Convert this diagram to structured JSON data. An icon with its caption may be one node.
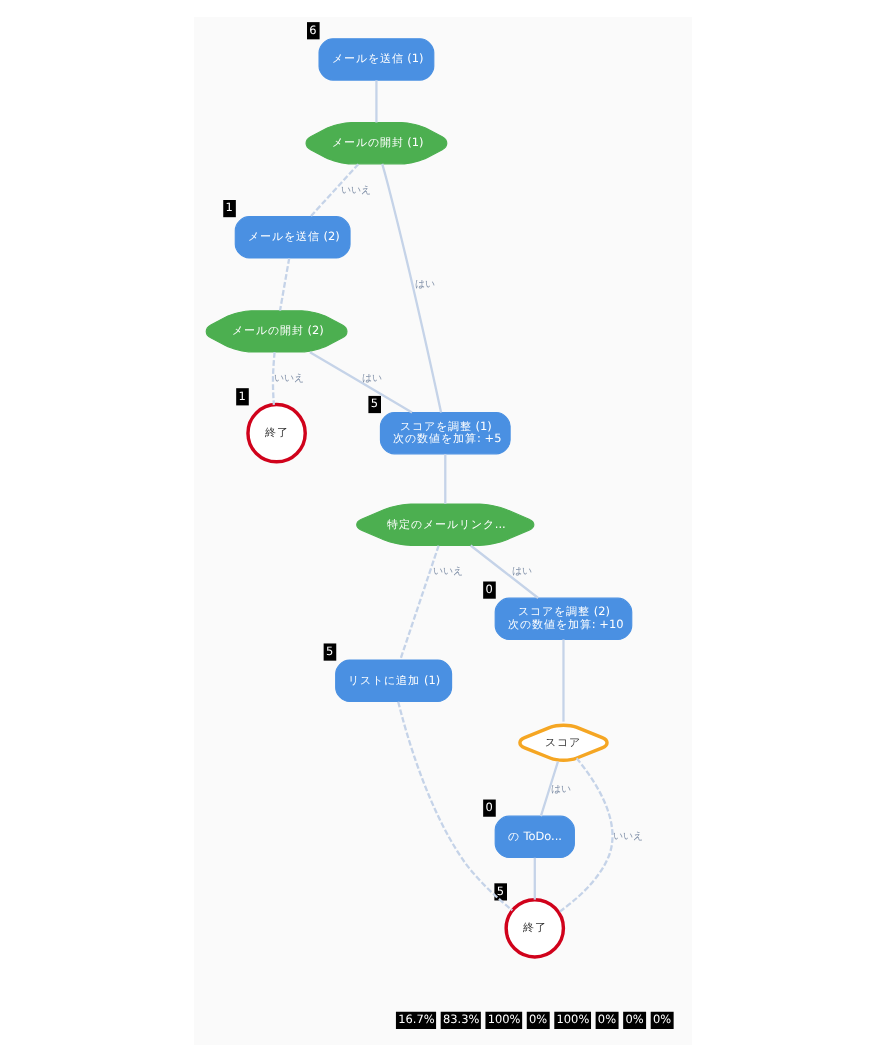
{
  "diagram": {
    "nodes": [
      {
        "text": [
          "メールを送信 (1)"
        ],
        "beside": [
          "6"
        ]
      },
      {
        "text": [
          "メールの開封 (1)"
        ]
      },
      {
        "text": [
          "メールを送信 (2)"
        ],
        "beside": [
          "1"
        ]
      },
      {
        "text": [
          "メールの開封 (2)"
        ]
      },
      {
        "text": [
          "終了"
        ],
        "beside": [
          "1"
        ]
      },
      {
        "text": [
          "スコアを調整 (1)",
          "次の数値を加算: +5"
        ],
        "beside": [
          "5"
        ]
      },
      {
        "text": [
          "特定のメールリンク..."
        ]
      },
      {
        "text": [
          "リストに追加 (1)"
        ],
        "beside": [
          "5"
        ]
      },
      {
        "text": [
          "スコアを調整 (2)",
          "次の数値を加算: +10"
        ],
        "beside": [
          "0"
        ]
      },
      {
        "text": [
          "スコア"
        ]
      },
      {
        "text": [
          "の ToDo..."
        ],
        "beside": [
          "0"
        ]
      },
      {
        "text": [
          "終了"
        ],
        "beside": [
          "5"
        ]
      }
    ],
    "edges": [
      {
        "from": 0,
        "to": 1,
        "arrow": "none"
      },
      {
        "from": 1,
        "to": 2,
        "arrow": "none",
        "label": "いいえ",
        "style": "dashed"
      },
      {
        "from": 1,
        "to": 5,
        "arrow": "none",
        "label": "はい"
      },
      {
        "from": 2,
        "to": 3,
        "arrow": "none",
        "style": "dashed"
      },
      {
        "from": 3,
        "to": 4,
        "arrow": "none",
        "label": "いいえ",
        "style": "dashed"
      },
      {
        "from": 3,
        "to": 5,
        "arrow": "none",
        "label": "はい"
      },
      {
        "from": 5,
        "to": 6,
        "arrow": "none"
      },
      {
        "from": 6,
        "to": 7,
        "arrow": "none",
        "label": "いいえ",
        "style": "dashed"
      },
      {
        "from": 6,
        "to": 8,
        "arrow": "none",
        "label": "はい"
      },
      {
        "from": 8,
        "to": 9,
        "arrow": "none"
      },
      {
        "from": 9,
        "to": 11,
        "arrow": "none",
        "label": "いいえ",
        "style": "dashed"
      },
      {
        "from": 9,
        "to": 10,
        "arrow": "none",
        "label": "はい"
      },
      {
        "from": 10,
        "to": 11,
        "arrow": "none"
      },
      {
        "from": 7,
        "to": 11,
        "arrow": "none",
        "style": "dashed"
      }
    ],
    "labels": [
      "16.7%",
      "83.3%",
      "100%",
      "0%",
      "100%",
      "0%",
      "0%",
      "0%"
    ]
  }
}
